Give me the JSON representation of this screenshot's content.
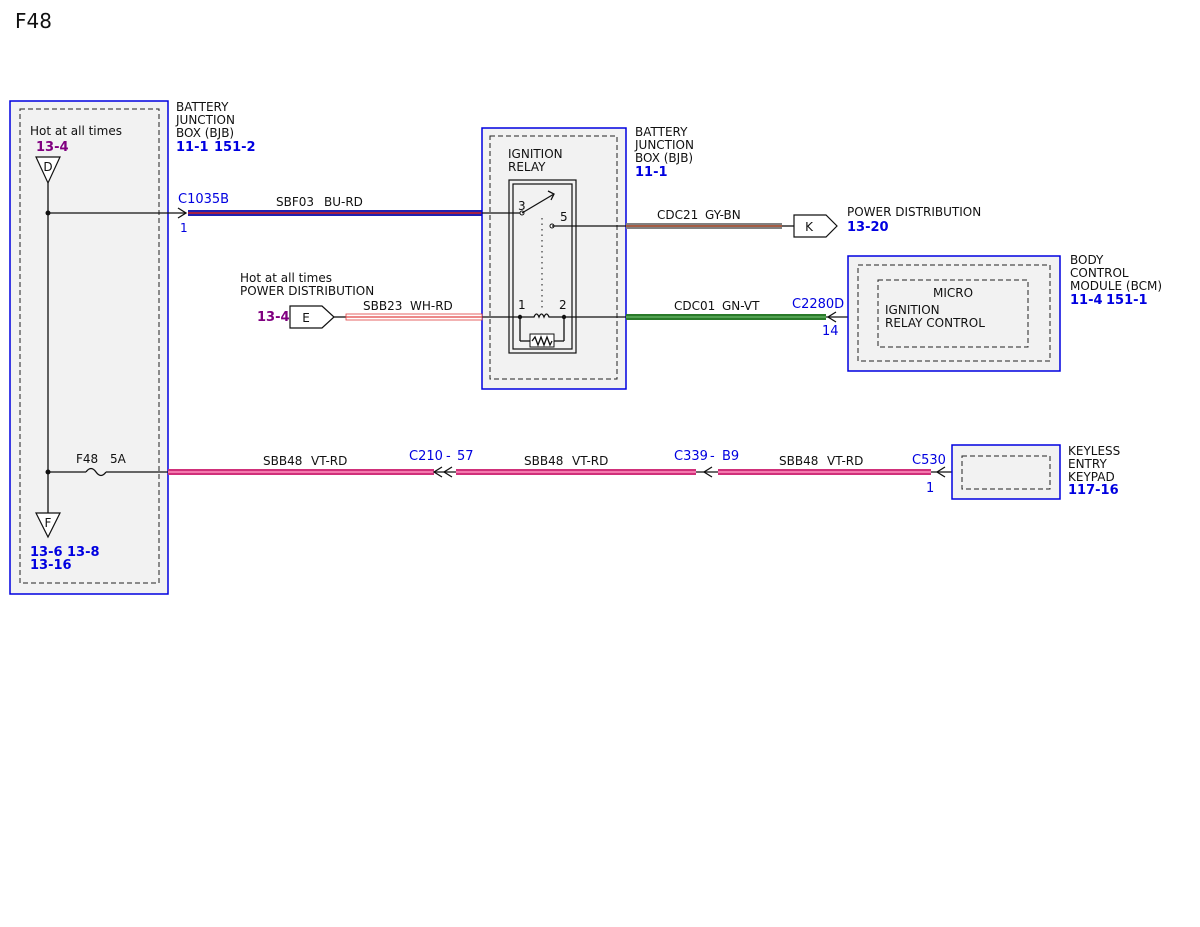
{
  "page_title": "F48",
  "colors": {
    "blue_label": "#0000e0",
    "purple_label": "#800080",
    "wire_bu_rd_main": "#2020b0",
    "wire_bu_rd_stripe": "#d02020",
    "wire_gy_bn_main": "#808080",
    "wire_gy_bn_stripe": "#b05030",
    "wire_wh_rd_main": "#ffffff",
    "wire_wh_rd_stripe": "#e04040",
    "wire_gn_vt_main": "#2a7a2a",
    "wire_gn_vt_stripe": "#60b060",
    "wire_vt_rd_main": "#d0307a",
    "wire_vt_rd_stripe": "#ff8fc0"
  },
  "bjb_left": {
    "label_lines": [
      "BATTERY",
      "JUNCTION",
      "BOX (BJB)"
    ],
    "refs": [
      "11-1",
      "151-2"
    ],
    "hot_text": "Hot at all times",
    "hot_ref": "13-4",
    "top_symbol": "D",
    "bottom_symbol": "F",
    "bottom_refs_line1": [
      "13-6",
      "13-8"
    ],
    "bottom_refs_line2": "13-16",
    "fuse_name": "F48",
    "fuse_rating": "5A"
  },
  "bjb_relay": {
    "label_lines": [
      "BATTERY",
      "JUNCTION",
      "BOX (BJB)"
    ],
    "refs": [
      "11-1"
    ],
    "relay_lines": [
      "IGNITION",
      "RELAY"
    ],
    "pins": {
      "p3": "3",
      "p5": "5",
      "p1": "1",
      "p2": "2"
    }
  },
  "power_dist_k": {
    "label": "POWER DISTRIBUTION",
    "ref": "13-20",
    "symbol": "K"
  },
  "power_dist_e": {
    "label_line1": "Hot at all times",
    "label_line2": "POWER DISTRIBUTION",
    "ref": "13-4",
    "symbol": "E"
  },
  "bcm": {
    "label_lines": [
      "BODY",
      "CONTROL",
      "MODULE (BCM)"
    ],
    "refs": [
      "11-4",
      "151-1"
    ],
    "micro": "MICRO",
    "function_lines": [
      "IGNITION",
      "RELAY CONTROL"
    ]
  },
  "keypad": {
    "label_lines": [
      "KEYLESS",
      "ENTRY",
      "KEYPAD"
    ],
    "ref": "117-16"
  },
  "connectors": {
    "c1035b": {
      "name": "C1035B",
      "pin": "1"
    },
    "c2280d": {
      "name": "C2280D",
      "pin": "14"
    },
    "c210": {
      "name": "C210",
      "sep": "-",
      "pin": "57"
    },
    "c339": {
      "name": "C339",
      "sep": "-",
      "pin": "B9"
    },
    "c530": {
      "name": "C530",
      "pin": "1"
    }
  },
  "wires": {
    "sbf03": {
      "circuit": "SBF03",
      "color": "BU-RD"
    },
    "cdc21": {
      "circuit": "CDC21",
      "color": "GY-BN"
    },
    "sbb23": {
      "circuit": "SBB23",
      "color": "WH-RD"
    },
    "cdc01": {
      "circuit": "CDC01",
      "color": "GN-VT"
    },
    "sbb48_a": {
      "circuit": "SBB48",
      "color": "VT-RD"
    },
    "sbb48_b": {
      "circuit": "SBB48",
      "color": "VT-RD"
    },
    "sbb48_c": {
      "circuit": "SBB48",
      "color": "VT-RD"
    }
  }
}
